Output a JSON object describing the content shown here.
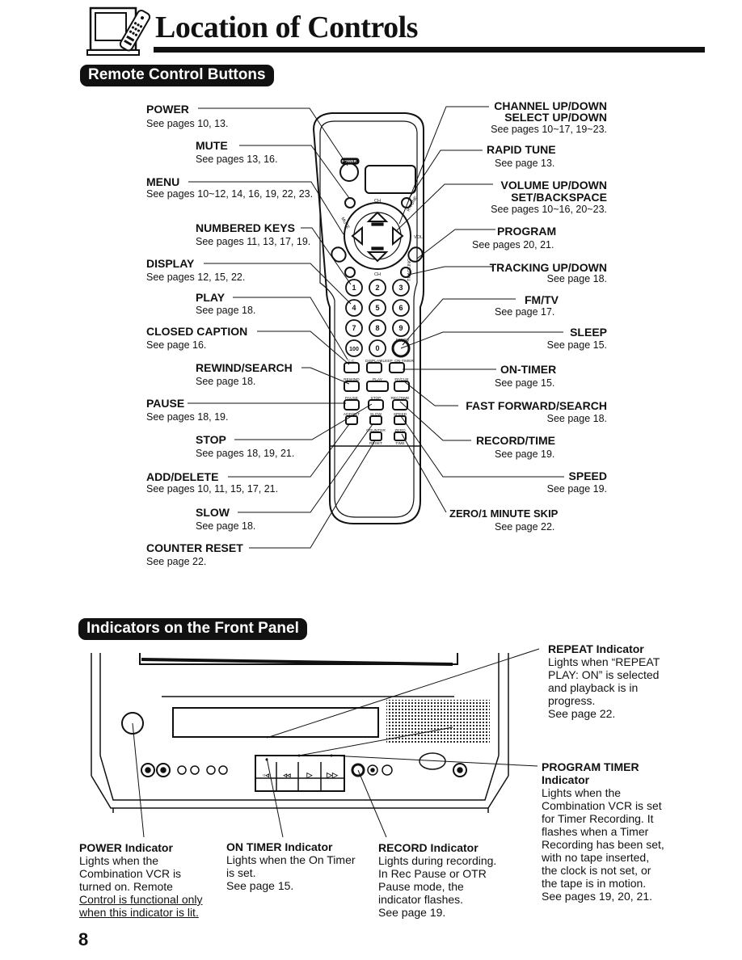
{
  "header": {
    "title": "Location of Controls"
  },
  "remote_section": {
    "heading": "Remote Control Buttons",
    "left_labels": [
      {
        "name": "POWER",
        "ref": "See pages 10, 13."
      },
      {
        "name": "MUTE",
        "ref": "See pages 13, 16."
      },
      {
        "name": "MENU",
        "ref": "See pages 10~12, 14, 16, 19, 22, 23."
      },
      {
        "name": "NUMBERED KEYS",
        "ref": "See pages 11, 13, 17, 19."
      },
      {
        "name": "DISPLAY",
        "ref": "See pages 12, 15, 22."
      },
      {
        "name": "PLAY",
        "ref": "See page 18."
      },
      {
        "name": "CLOSED CAPTION",
        "ref": "See page 16."
      },
      {
        "name": "REWIND/SEARCH",
        "ref": "See page 18."
      },
      {
        "name": "PAUSE",
        "ref": "See pages 18, 19."
      },
      {
        "name": "STOP",
        "ref": "See pages 18, 19, 21."
      },
      {
        "name": "ADD/DELETE",
        "ref": "See pages 10, 11, 15, 17, 21."
      },
      {
        "name": "SLOW",
        "ref": "See page 18."
      },
      {
        "name": "COUNTER RESET",
        "ref": "See page 22."
      }
    ],
    "right_labels": [
      {
        "name": "CHANNEL UP/DOWN",
        "name2": "SELECT UP/DOWN",
        "ref": "See pages 10~17, 19~23."
      },
      {
        "name": "RAPID TUNE",
        "ref": "See page 13."
      },
      {
        "name": "VOLUME UP/DOWN",
        "name2": "SET/BACKSPACE",
        "ref": "See pages 10~16, 20~23."
      },
      {
        "name": "PROGRAM",
        "ref": "See pages 20, 21."
      },
      {
        "name": "TRACKING UP/DOWN",
        "ref": "See page 18."
      },
      {
        "name": "FM/TV",
        "ref": "See page 17."
      },
      {
        "name": "SLEEP",
        "ref": "See page 15."
      },
      {
        "name": "ON-TIMER",
        "ref": "See page 15."
      },
      {
        "name": "FAST FORWARD/SEARCH",
        "ref": "See page 18."
      },
      {
        "name": "RECORD/TIME",
        "ref": "See page 19."
      },
      {
        "name": "SPEED",
        "ref": "See page 19."
      },
      {
        "name": "ZERO/1 MINUTE SKIP",
        "ref": "See page 22."
      }
    ],
    "remote_text": {
      "power": "POWER",
      "ch": "CH",
      "mute": "MUTE",
      "r_tune": "R-TUNE",
      "vol": "VOL",
      "menu": "MENU",
      "prog": "PROG",
      "tracking": "TRACKING",
      "keys": [
        "1",
        "2",
        "3",
        "4",
        "5",
        "6",
        "7",
        "8",
        "9",
        "100",
        "0"
      ],
      "fmtv": "FM/TV",
      "row1": [
        "C.C.",
        "DISPLAY",
        "SLEEP",
        "ON-TIMER"
      ],
      "row2": [
        "REWIND",
        "PLAY",
        "FF/CUE"
      ],
      "row3": [
        "PAUSE",
        "STOP",
        "REC/TIME"
      ],
      "row4": [
        "ADD/DLT",
        "SLOW",
        "SPEED"
      ],
      "row5": [
        "COUNTER RESET",
        "ZERO TIME"
      ]
    }
  },
  "panel_section": {
    "heading": "Indicators on the Front Panel",
    "repeat": {
      "title": "REPEAT Indicator",
      "lines": [
        "Lights when “REPEAT",
        "PLAY: ON” is selected",
        "and playback is in",
        "progress.",
        "See page 22."
      ]
    },
    "program_timer": {
      "title1": "PROGRAM TIMER",
      "title2": "Indicator",
      "lines": [
        "Lights when the",
        "Combination VCR is set",
        "for Timer Recording. It",
        "flashes when a Timer",
        "Recording has been set,",
        "with no tape inserted,",
        "the clock is not set, or",
        "the tape is in motion.",
        "See pages 19, 20, 21."
      ]
    },
    "power": {
      "title": "POWER Indicator",
      "lines": [
        "Lights when the",
        "Combination VCR is",
        "turned on. Remote",
        "Control is functional only",
        "when this indicator is lit."
      ]
    },
    "on_timer": {
      "title": "ON TIMER Indicator",
      "lines": [
        "Lights when the On Timer",
        "is set.",
        "See page 15."
      ]
    },
    "record": {
      "title": "RECORD Indicator",
      "lines": [
        "Lights during recording.",
        "In Rec Pause or OTR",
        "Pause mode, the",
        "indicator flashes.",
        "See page 19."
      ]
    }
  },
  "footer": {
    "page_number": "8"
  }
}
